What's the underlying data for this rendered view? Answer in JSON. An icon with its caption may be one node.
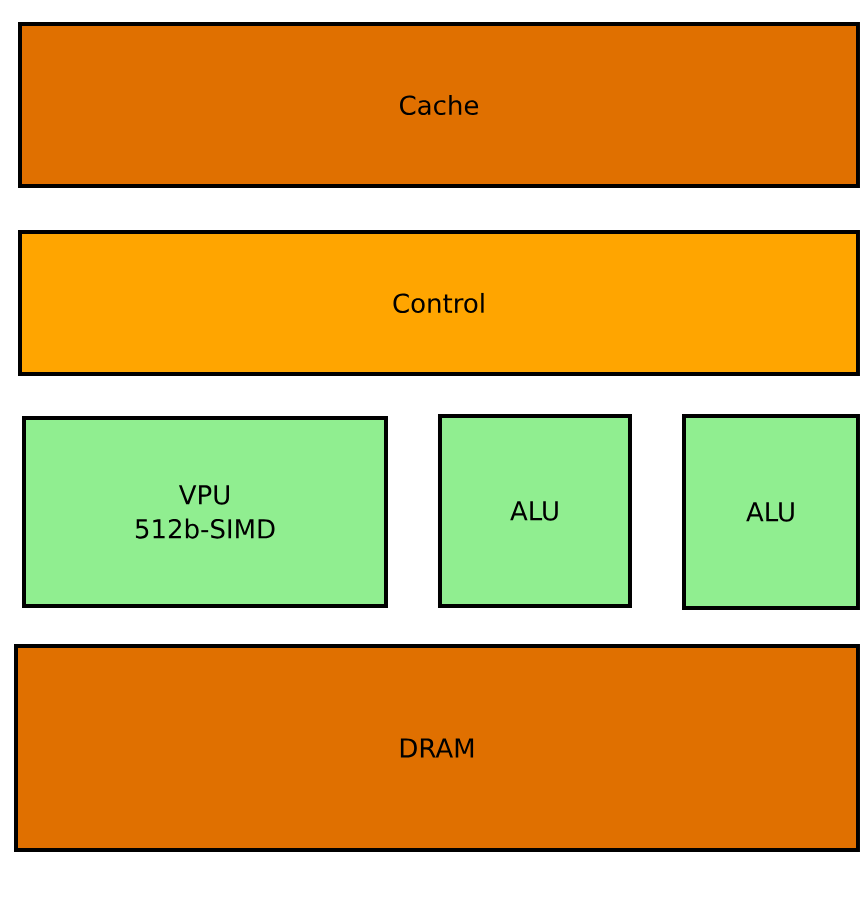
{
  "diagram": {
    "nodes": [
      {
        "text": [
          "Cache"
        ]
      },
      {
        "text": [
          "Control"
        ]
      },
      {
        "text": [
          "VPU 512b-SIMD"
        ]
      },
      {
        "text": [
          "ALU"
        ]
      },
      {
        "text": [
          "ALU"
        ]
      },
      {
        "text": [
          "DRAM"
        ]
      }
    ]
  }
}
